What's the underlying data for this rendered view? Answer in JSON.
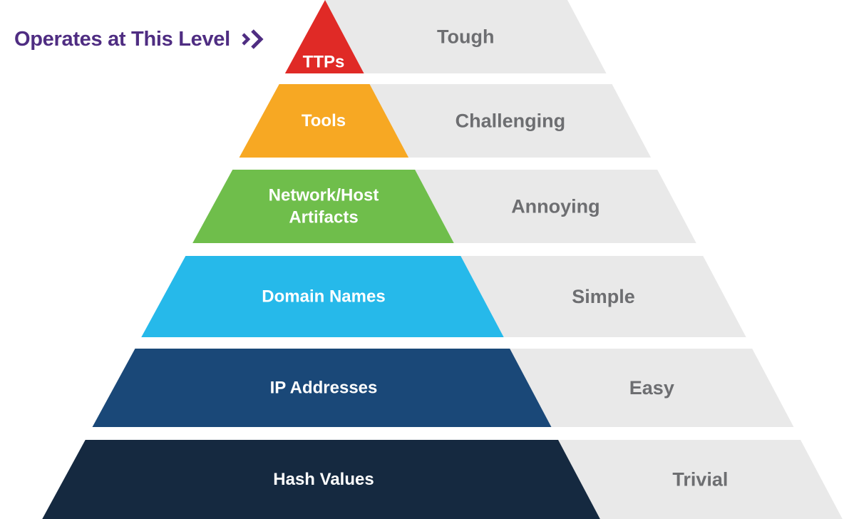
{
  "callout": {
    "label": "Operates at This Level",
    "color": "#4F2D82",
    "icon": "double-chevron-right"
  },
  "pyramid": {
    "band_color": "#E9E9E9",
    "label_text_color": "#FFFFFF",
    "difficulty_text_color": "#6D6E71",
    "levels": [
      {
        "id": "ttps",
        "label": "TTPs",
        "difficulty": "Tough",
        "color": "#E02A26"
      },
      {
        "id": "tools",
        "label": "Tools",
        "difficulty": "Challenging",
        "color": "#F7A823"
      },
      {
        "id": "network-host-artifacts",
        "label": "Network/Host Artifacts",
        "label_lines": [
          "Network/Host",
          "Artifacts"
        ],
        "difficulty": "Annoying",
        "color": "#6FBE4B"
      },
      {
        "id": "domain-names",
        "label": "Domain Names",
        "difficulty": "Simple",
        "color": "#26B9EA"
      },
      {
        "id": "ip-addresses",
        "label": "IP Addresses",
        "difficulty": "Easy",
        "color": "#1A4878"
      },
      {
        "id": "hash-values",
        "label": "Hash Values",
        "difficulty": "Trivial",
        "color": "#152940"
      }
    ]
  }
}
